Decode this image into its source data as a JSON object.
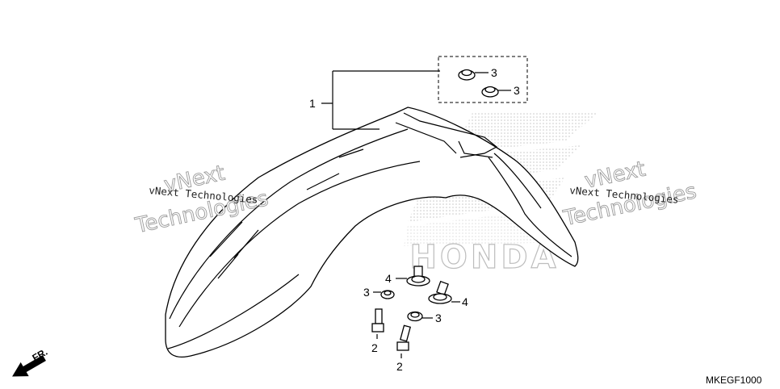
{
  "diagram": {
    "callouts": {
      "c1": "1",
      "c2a": "2",
      "c2b": "2",
      "c3a": "3",
      "c3b": "3",
      "c3c": "3",
      "c3d": "3",
      "c4a": "4",
      "c4b": "4"
    },
    "direction_marker": "FR.",
    "diagram_code": "MKEGF1000",
    "watermark": {
      "brand_line": "vNext Technologies",
      "brand_word1": "vNext",
      "brand_word2": "Technologies",
      "logo_text": "HONDA"
    }
  }
}
